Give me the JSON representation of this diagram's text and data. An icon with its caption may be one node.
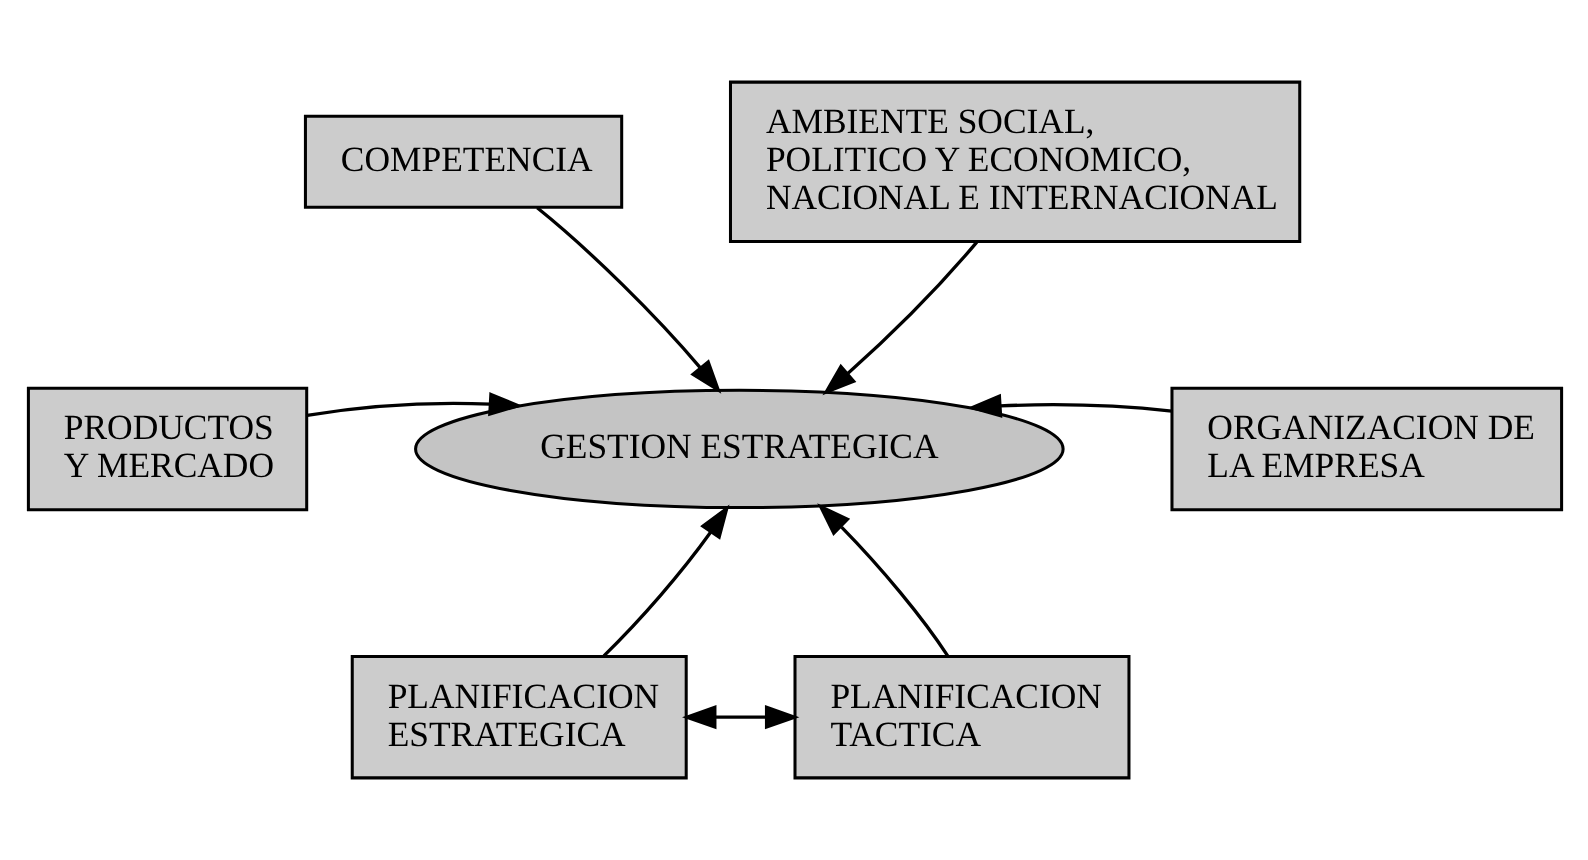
{
  "diagram": {
    "nodes": [
      {
        "text": [
          "COMPETENCIA"
        ]
      },
      {
        "text": [
          "AMBIENTE SOCIAL, POLITICO Y ECONOMICO, NACIONAL E INTERNACIONAL"
        ]
      },
      {
        "text": [
          "PRODUCTOS Y MERCADO"
        ]
      },
      {
        "text": [
          "ORGANIZACION DE LA EMPRESA"
        ]
      },
      {
        "text": [
          "GESTION ESTRATEGICA"
        ]
      },
      {
        "text": [
          "PLANIFICACION ESTRATEGICA"
        ]
      },
      {
        "text": [
          "PLANIFICACION TACTICA"
        ]
      }
    ],
    "edges": [
      {
        "from": 0,
        "to": 4,
        "arrow": "to"
      },
      {
        "from": 1,
        "to": 4,
        "arrow": "to"
      },
      {
        "from": 2,
        "to": 4,
        "arrow": "to"
      },
      {
        "from": 3,
        "to": 4,
        "arrow": "to"
      },
      {
        "from": 5,
        "to": 4,
        "arrow": "to"
      },
      {
        "from": 6,
        "to": 4,
        "arrow": "to"
      },
      {
        "from": 5,
        "to": 6,
        "arrow": "both"
      }
    ]
  }
}
